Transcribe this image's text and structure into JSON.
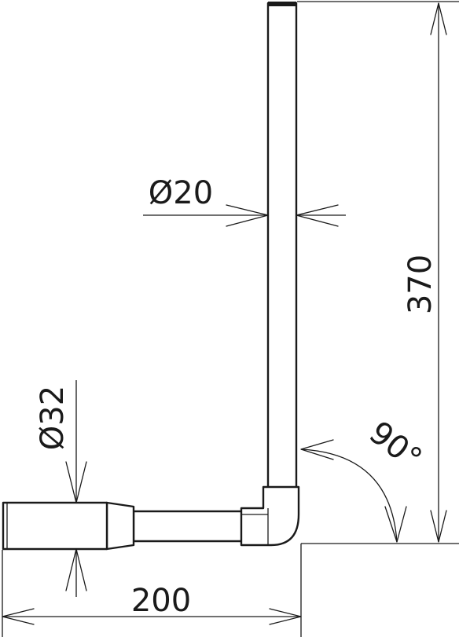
{
  "dimensions": {
    "height": "370",
    "width": "200",
    "rod_diameter": "Ø20",
    "base_diameter": "Ø32",
    "angle": "90°"
  },
  "colors": {
    "line": "#1a1a1a",
    "background": "#ffffff"
  }
}
